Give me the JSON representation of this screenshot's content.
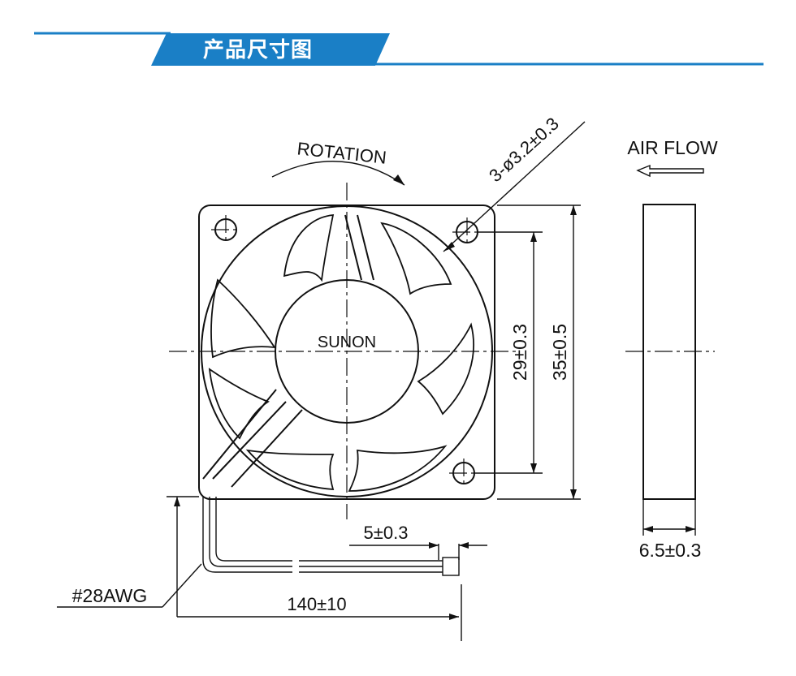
{
  "header": {
    "title": "产品尺寸图",
    "accent_color": "#1a7fc6"
  },
  "drawing": {
    "rotation_label": "ROTATION",
    "hole_label": "3-ø3.2±0.3",
    "airflow_label": "AIR FLOW",
    "brand_label": "SUNON",
    "hole_spacing_label": "29±0.3",
    "frame_size_label": "35±0.5",
    "thickness_label": "6.5±0.3",
    "wire_strip_label": "5±0.3",
    "wire_length_label": "140±10",
    "wire_gauge_label": "#28AWG"
  }
}
